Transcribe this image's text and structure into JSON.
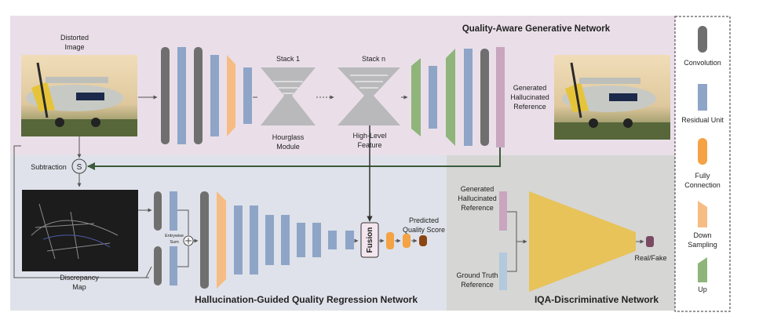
{
  "title_top": "Quality-Aware Generative Network",
  "title_bottom": "Hallucination-Guided Quality Regression Network",
  "title_disc": "IQA-Discriminative Network",
  "labels": {
    "distorted_line1": "Distorted",
    "distorted_line2": "Image",
    "stack1": "Stack 1",
    "stackn": "Stack n",
    "hourglass_line1": "Hourglass",
    "hourglass_line2": "Module",
    "generated_line1": "Generated",
    "generated_line2": "Hallucinated",
    "generated_line3": "Reference",
    "highlevel_line1": "High-Level",
    "highlevel_line2": "Feature",
    "subtraction": "Subtraction",
    "subtraction_symbol": "S",
    "discrepancy_line1": "Discrepancy",
    "discrepancy_line2": "Map",
    "entrywise_line1": "Entrywise",
    "entrywise_line2": "Sum",
    "fusion": "Fusion",
    "predicted_line1": "Predicted",
    "predicted_line2": "Quality Score",
    "gen_ref_line1": "Generated",
    "gen_ref_line2": "Hallucinated",
    "gen_ref_line3": "Reference",
    "gt_line1": "Ground Truth",
    "gt_line2": "Reference",
    "realfake": "Real/Fake"
  },
  "legend": [
    {
      "label": "Convolution",
      "color": "#6f6f6f"
    },
    {
      "label": "Residual Unit",
      "color": "#8fa5c8"
    },
    {
      "label": "Fully Connection",
      "color": "#f4a243"
    },
    {
      "label": "Down Sampling",
      "color": "#f6bc84"
    },
    {
      "label": "Up",
      "color": "#8fb57a"
    }
  ],
  "colors": {
    "top_bg": "#eadfe8",
    "bottom_bg": "#dfe2ea",
    "disc_bg": "#d6d6d4",
    "conv": "#6f6f6f",
    "residual": "#8fa5c8",
    "fc": "#f4a243",
    "down": "#f6bc84",
    "up": "#8fb57a",
    "hourglass": "#b9b9bb",
    "gen_ref": "#c9a5c0",
    "gt_ref": "#b3c9dd",
    "disc": "#e7c35a",
    "output": "#7a4a63",
    "score": "#8b4513",
    "arrow_green": "#3c5a3c"
  }
}
